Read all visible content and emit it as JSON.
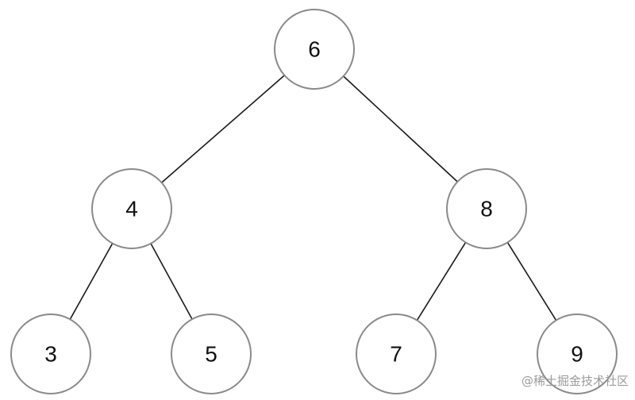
{
  "tree": {
    "nodes": [
      {
        "id": "n6",
        "label": "6"
      },
      {
        "id": "n4",
        "label": "4"
      },
      {
        "id": "n8",
        "label": "8"
      },
      {
        "id": "n3",
        "label": "3"
      },
      {
        "id": "n5",
        "label": "5"
      },
      {
        "id": "n7",
        "label": "7"
      },
      {
        "id": "n9",
        "label": "9"
      }
    ],
    "edges": [
      {
        "from": "n6",
        "to": "n4"
      },
      {
        "from": "n6",
        "to": "n8"
      },
      {
        "from": "n4",
        "to": "n3"
      },
      {
        "from": "n4",
        "to": "n5"
      },
      {
        "from": "n8",
        "to": "n7"
      },
      {
        "from": "n8",
        "to": "n9"
      }
    ]
  },
  "colors": {
    "edge": "#1a1a1a",
    "node_border": "#8a8a8a",
    "node_fill": "#ffffff",
    "label": "#111111",
    "watermark": "#9a9a9a"
  },
  "watermark": "@稀土掘金技术社区"
}
